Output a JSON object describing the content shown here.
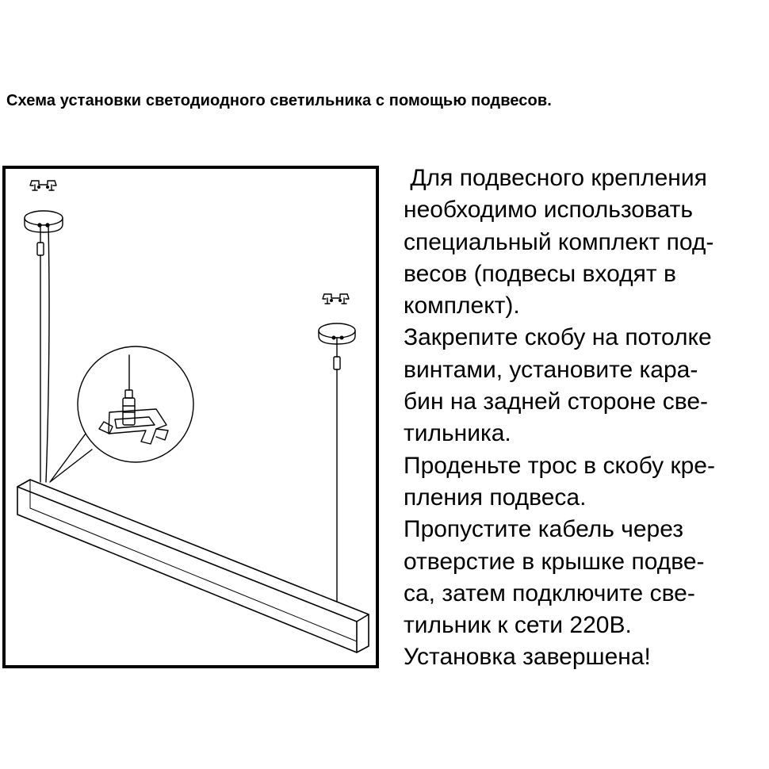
{
  "title": "Схема установки светодиодного светильника с помощью подвесов.",
  "instructions": [
    " Для подвесного крепления",
    "необходимо использовать",
    "специальный комплект под-",
    "весов (подвесы входят в",
    "комплект).",
    "Закрепите скобу на потолке",
    "винтами, установите кара-",
    "бин на задней стороне све-",
    "тильника.",
    "Проденьте трос в скобу кре-",
    "пления подвеса.",
    "Пропустите кабель через",
    "отверстие в крышке подве-",
    "са, затем подключите све-",
    "тильник к сети 220В.",
    "Установка завершена!"
  ],
  "colors": {
    "ink": "#000000",
    "background": "#ffffff"
  }
}
